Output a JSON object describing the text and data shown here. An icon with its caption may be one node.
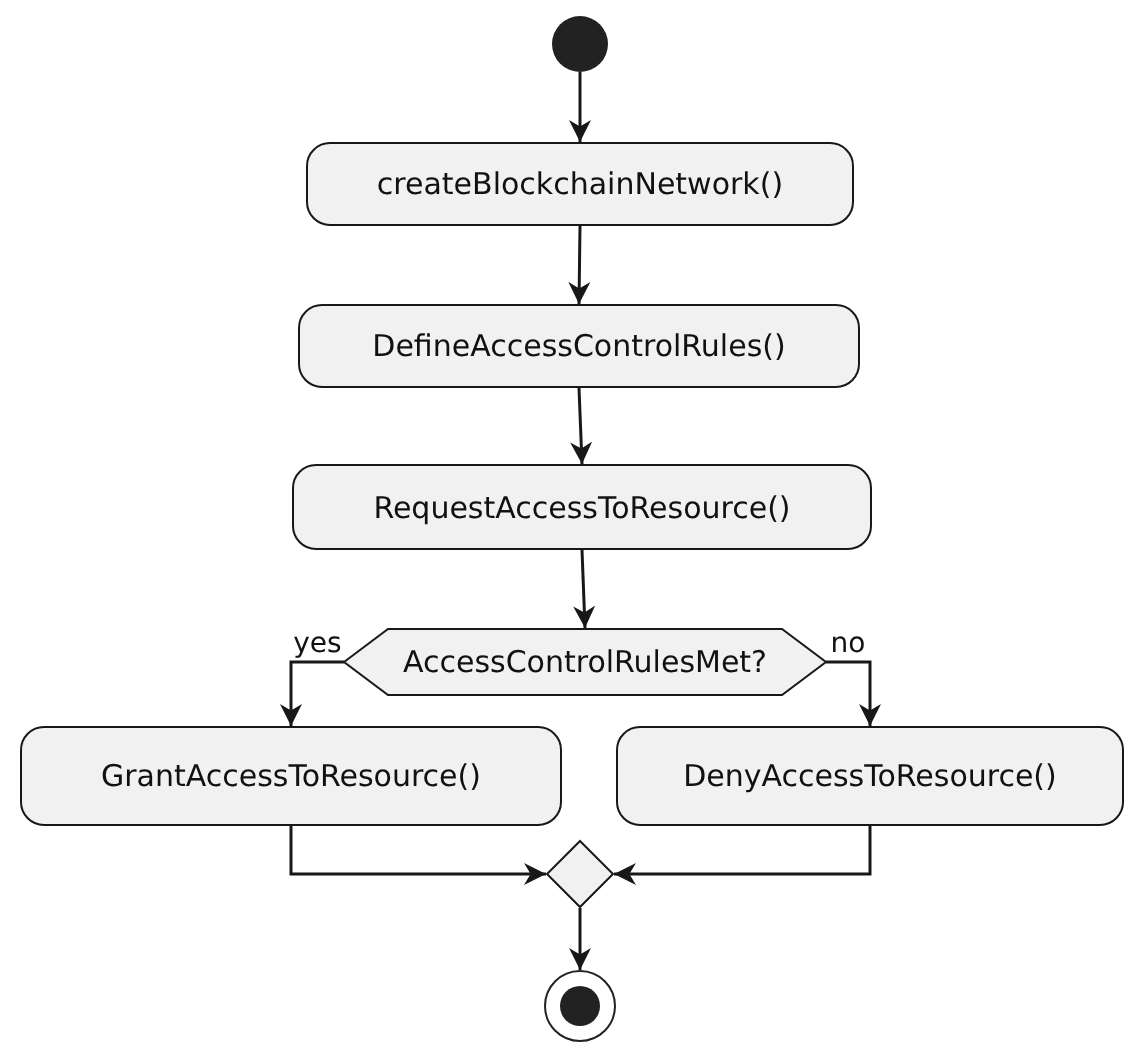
{
  "diagram": {
    "nodes": [
      {
        "text": [],
        "shape": "circle"
      },
      {
        "text": [
          "createBlockchainNetwork()"
        ]
      },
      {
        "text": [
          "DefineAccessControlRules()"
        ]
      },
      {
        "text": [
          "RequestAccessToResource()"
        ]
      },
      {
        "text": [
          "AccessControlRulesMet?"
        ]
      },
      {
        "text": [
          "GrantAccessToResource()"
        ]
      },
      {
        "text": [
          "DenyAccessToResource()"
        ]
      },
      {
        "text": [],
        "shape": "diamond"
      },
      {
        "text": [],
        "shape": "circle"
      }
    ],
    "edges": [
      {
        "from": 0,
        "to": 1,
        "arrow": "to"
      },
      {
        "from": 1,
        "to": 2,
        "arrow": "to"
      },
      {
        "from": 2,
        "to": 3,
        "arrow": "to"
      },
      {
        "from": 3,
        "to": 4,
        "arrow": "to"
      },
      {
        "from": 4,
        "to": 5,
        "arrow": "to",
        "label": "yes"
      },
      {
        "from": 4,
        "to": 6,
        "arrow": "to",
        "label": "no"
      },
      {
        "from": 5,
        "to": 7,
        "arrow": "to"
      },
      {
        "from": 6,
        "to": 7,
        "arrow": "to"
      },
      {
        "from": 7,
        "to": 8,
        "arrow": "to"
      }
    ]
  }
}
